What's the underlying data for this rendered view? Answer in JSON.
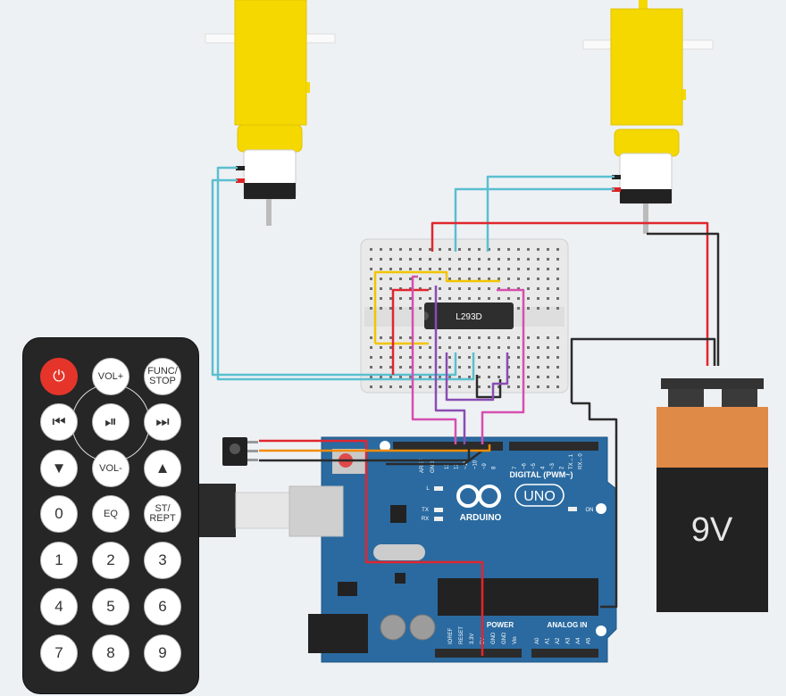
{
  "remote": {
    "buttons": {
      "power": "⏻",
      "vol_up": "VOL+",
      "func_stop": "FUNC/ STOP",
      "prev": "⏮",
      "play_pause": "⏯",
      "next": "⏭",
      "down": "▼",
      "vol_down": "VOL-",
      "up": "▲",
      "zero": "0",
      "eq": "EQ",
      "st_rept": "ST/ REPT",
      "one": "1",
      "two": "2",
      "three": "3",
      "four": "4",
      "five": "5",
      "six": "6",
      "seven": "7",
      "eight": "8",
      "nine": "9"
    }
  },
  "breadboard": {
    "chip_label": "L293D"
  },
  "arduino": {
    "digital_label": "DIGITAL (PWM~)",
    "brand": "ARDUINO",
    "model": "UNO",
    "power_label": "POWER",
    "analog_label": "ANALOG IN",
    "on_label": "ON",
    "led_l": "L",
    "led_tx": "TX",
    "led_rx": "RX",
    "aref": "AREF",
    "gnd_top": "GND",
    "digital_pins": [
      "13",
      "12",
      "~11",
      "~10",
      "~9",
      "8",
      "7",
      "~6",
      "~5",
      "4",
      "~3",
      "2",
      "TX→1",
      "RX←0"
    ],
    "power_pins": [
      "IOREF",
      "RESET",
      "3.3V",
      "5V",
      "GND",
      "GND",
      "Vin"
    ],
    "analog_pins": [
      "A0",
      "A1",
      "A2",
      "A3",
      "A4",
      "A5"
    ]
  },
  "battery": {
    "label": "9V"
  },
  "colors": {
    "motor_yellow": "#f5d800",
    "wire_cyan": "#5bbfcf",
    "wire_red": "#e0262f",
    "wire_black": "#2b2b2b",
    "wire_yellow": "#f2c500",
    "wire_magenta": "#d64fb0",
    "wire_purple": "#8a4db3",
    "wire_orange": "#f28c00",
    "arduino_blue": "#2a6aa0",
    "battery_orange": "#e08a48"
  }
}
